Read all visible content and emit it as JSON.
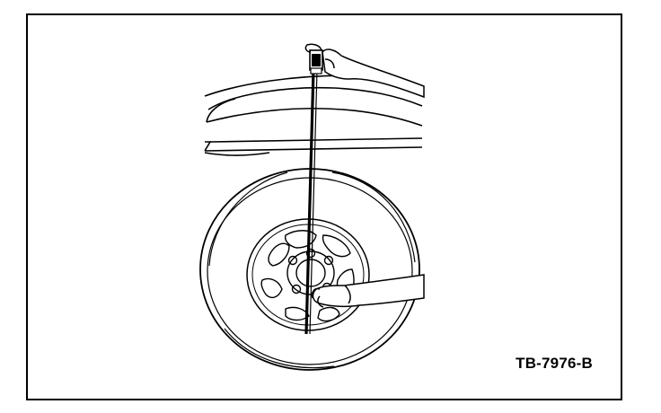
{
  "figure": {
    "code": "TB-7976-B"
  },
  "colors": {
    "line": "#000000",
    "background": "#ffffff"
  },
  "icons": {
    "hand_upper": "gloved-hand-holding-rule",
    "hand_lower": "hand-holding-rule-at-hub"
  }
}
